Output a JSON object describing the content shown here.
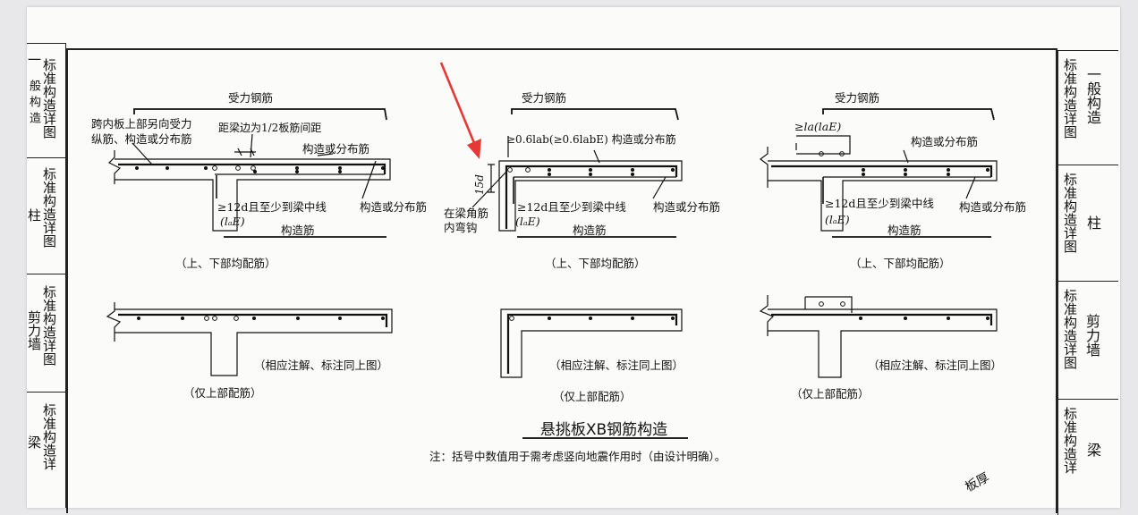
{
  "left_tabs": [
    {
      "top_fragment": "一\n般\n构\n造",
      "label": "标准构造详图"
    },
    {
      "fragment": "柱",
      "label": "标准构造详图"
    },
    {
      "fragment": "剪力墙",
      "label": "标准构造详图"
    },
    {
      "fragment": "梁",
      "label": "标准构造详"
    }
  ],
  "right_tabs": [
    {
      "label": "标准构造详图",
      "side": "一般构造"
    },
    {
      "label": "标准构造详图",
      "side": "柱"
    },
    {
      "label": "标准构造详图",
      "side": "剪力墙"
    },
    {
      "label": "标准构造详",
      "side": "梁"
    }
  ],
  "diagrams": {
    "top_left": {
      "main_bar": "受力钢筋",
      "span_note_1": "跨内板上部另向受力",
      "span_note_2": "纵筋、构造或分布筋",
      "edge_dist": "距梁边为1/2板筋间距",
      "struct_dist_top": "构造或分布筋",
      "struct_dist_right": "构造或分布筋",
      "anchor": "≥12d且至少到梁中线",
      "anchor_le": "(lₐE)",
      "struct_bar": "构造筋",
      "caption": "（上、下部均配筋）"
    },
    "top_mid": {
      "main_bar": "受力钢筋",
      "anchor_top": "≥0.6lab(≥0.6labE) 构造或分布筋",
      "hook_len": "15d",
      "corner_note_1": "在梁角筋",
      "corner_note_2": "内弯钩",
      "anchor": "≥12d且至少到梁中线",
      "anchor_le": "(lₐE)",
      "struct_dist_right": "构造或分布筋",
      "struct_bar": "构造筋",
      "caption": "（上、下部均配筋）"
    },
    "top_right": {
      "main_bar": "受力钢筋",
      "anchor_top": "≥la(laE)",
      "struct_dist_top": "构造或分布筋",
      "anchor": "≥12d且至少到梁中线",
      "anchor_le": "(lₐE)",
      "struct_dist_right": "构造或分布筋",
      "struct_bar": "构造筋",
      "caption": "（上、下部均配筋）"
    },
    "bottom_left": {
      "note": "（相应注解、标注同上图）",
      "caption": "（仅上部配筋）"
    },
    "bottom_mid": {
      "note": "（相应注解、标注同上图）",
      "caption": "（仅上部配筋）"
    },
    "bottom_right": {
      "note": "（相应注解、标注同上图）",
      "caption": "（仅上部配筋）"
    }
  },
  "title": "悬挑板XB钢筋构造",
  "note": "注：括号中数值用于需考虑竖向地震作用时（由设计明确）。",
  "corner_text": "板厚",
  "annotation_color": "#e53935"
}
